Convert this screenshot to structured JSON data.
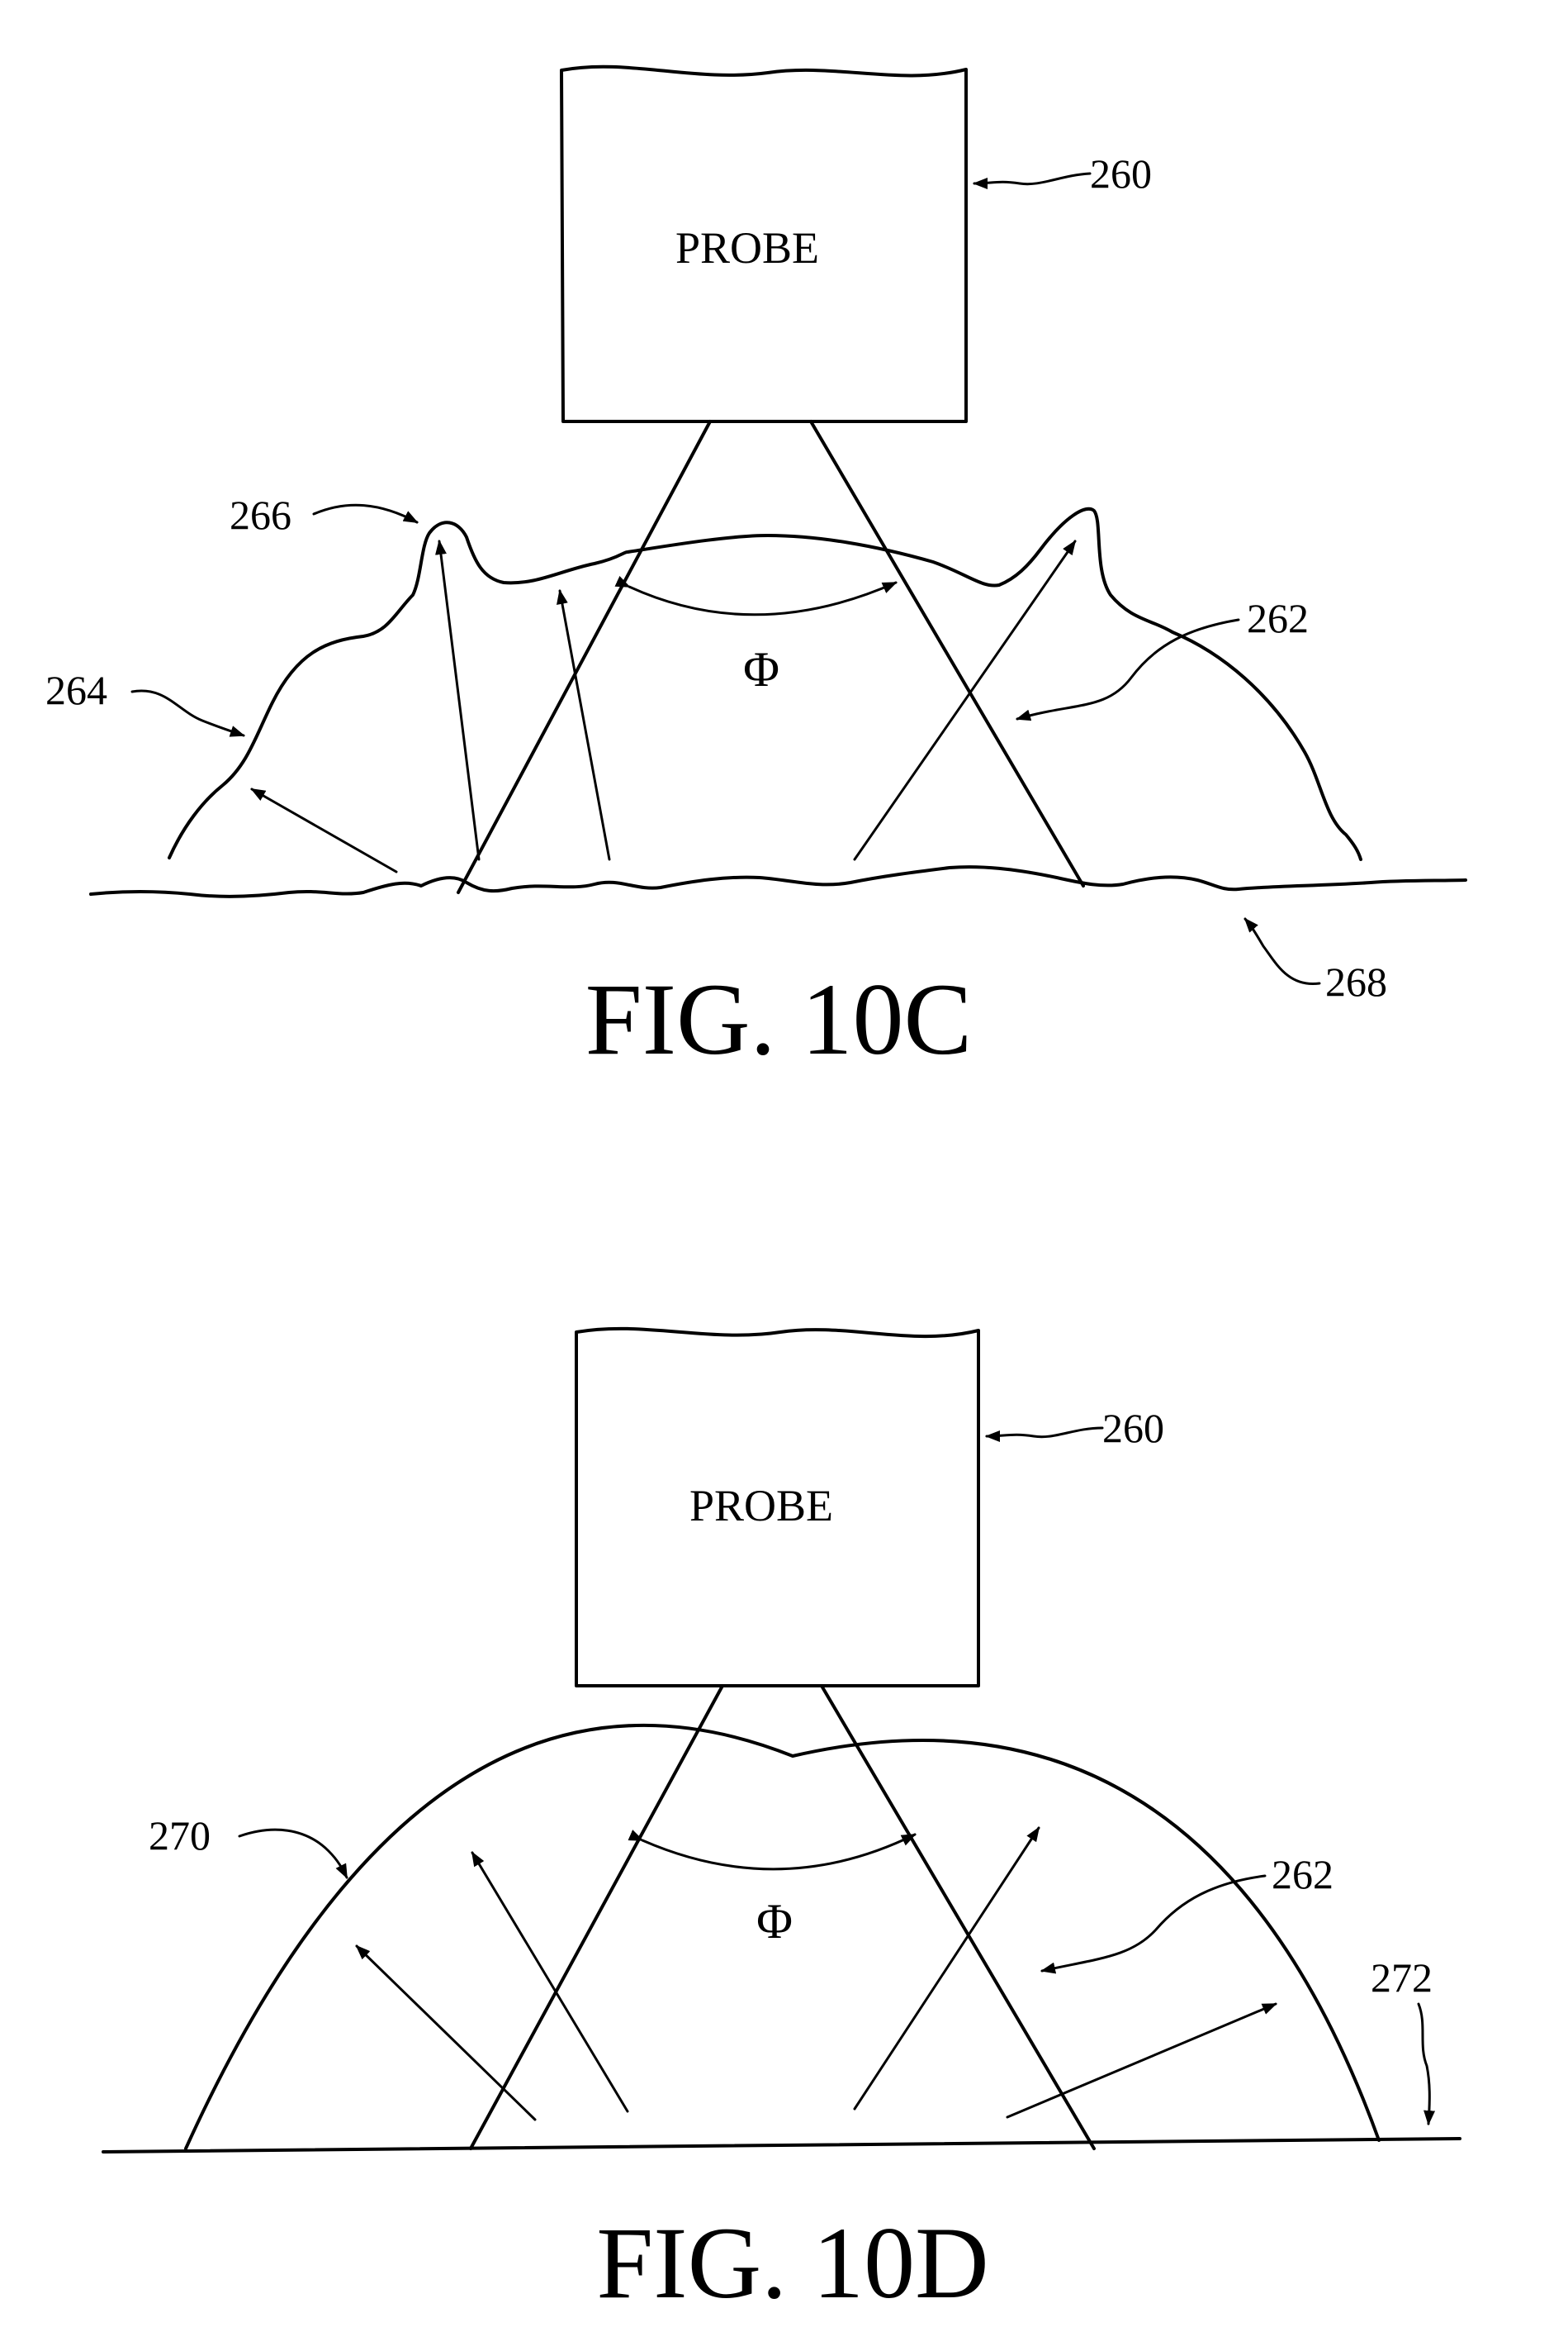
{
  "figure_c": {
    "caption": "FIG. 10C",
    "probe_label": "PROBE",
    "angle_symbol": "Φ",
    "refs": {
      "probe": "260",
      "beam": "262",
      "surface_left": "264",
      "peak": "266",
      "base": "268"
    }
  },
  "figure_d": {
    "caption": "FIG. 10D",
    "probe_label": "PROBE",
    "angle_symbol": "Φ",
    "refs": {
      "probe": "260",
      "beam": "262",
      "dome": "270",
      "base": "272"
    }
  },
  "colors": {
    "ink": "#000000",
    "paper": "#ffffff"
  }
}
